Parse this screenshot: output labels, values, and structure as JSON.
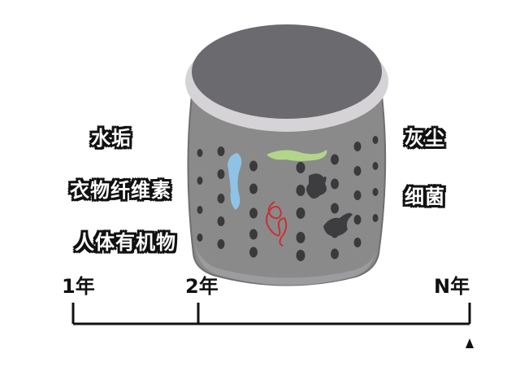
{
  "labels_left": [
    "水垢",
    "衣物纤维素",
    "人体有机物"
  ],
  "labels_right": [
    "灰尘",
    "细菌"
  ],
  "timeline": {
    "ticks": [
      "1年",
      "2年",
      "N年"
    ]
  },
  "colors": {
    "drum_body": "#8a8a8a",
    "drum_lid": "#6b6a6e",
    "drum_rim": "#d6d3d6",
    "hole": "#3a3a3c",
    "timeline": "#111111",
    "blue_stain": "#8fc3e6",
    "green_stain": "#b3d58a",
    "red_stain": "#c83232"
  }
}
